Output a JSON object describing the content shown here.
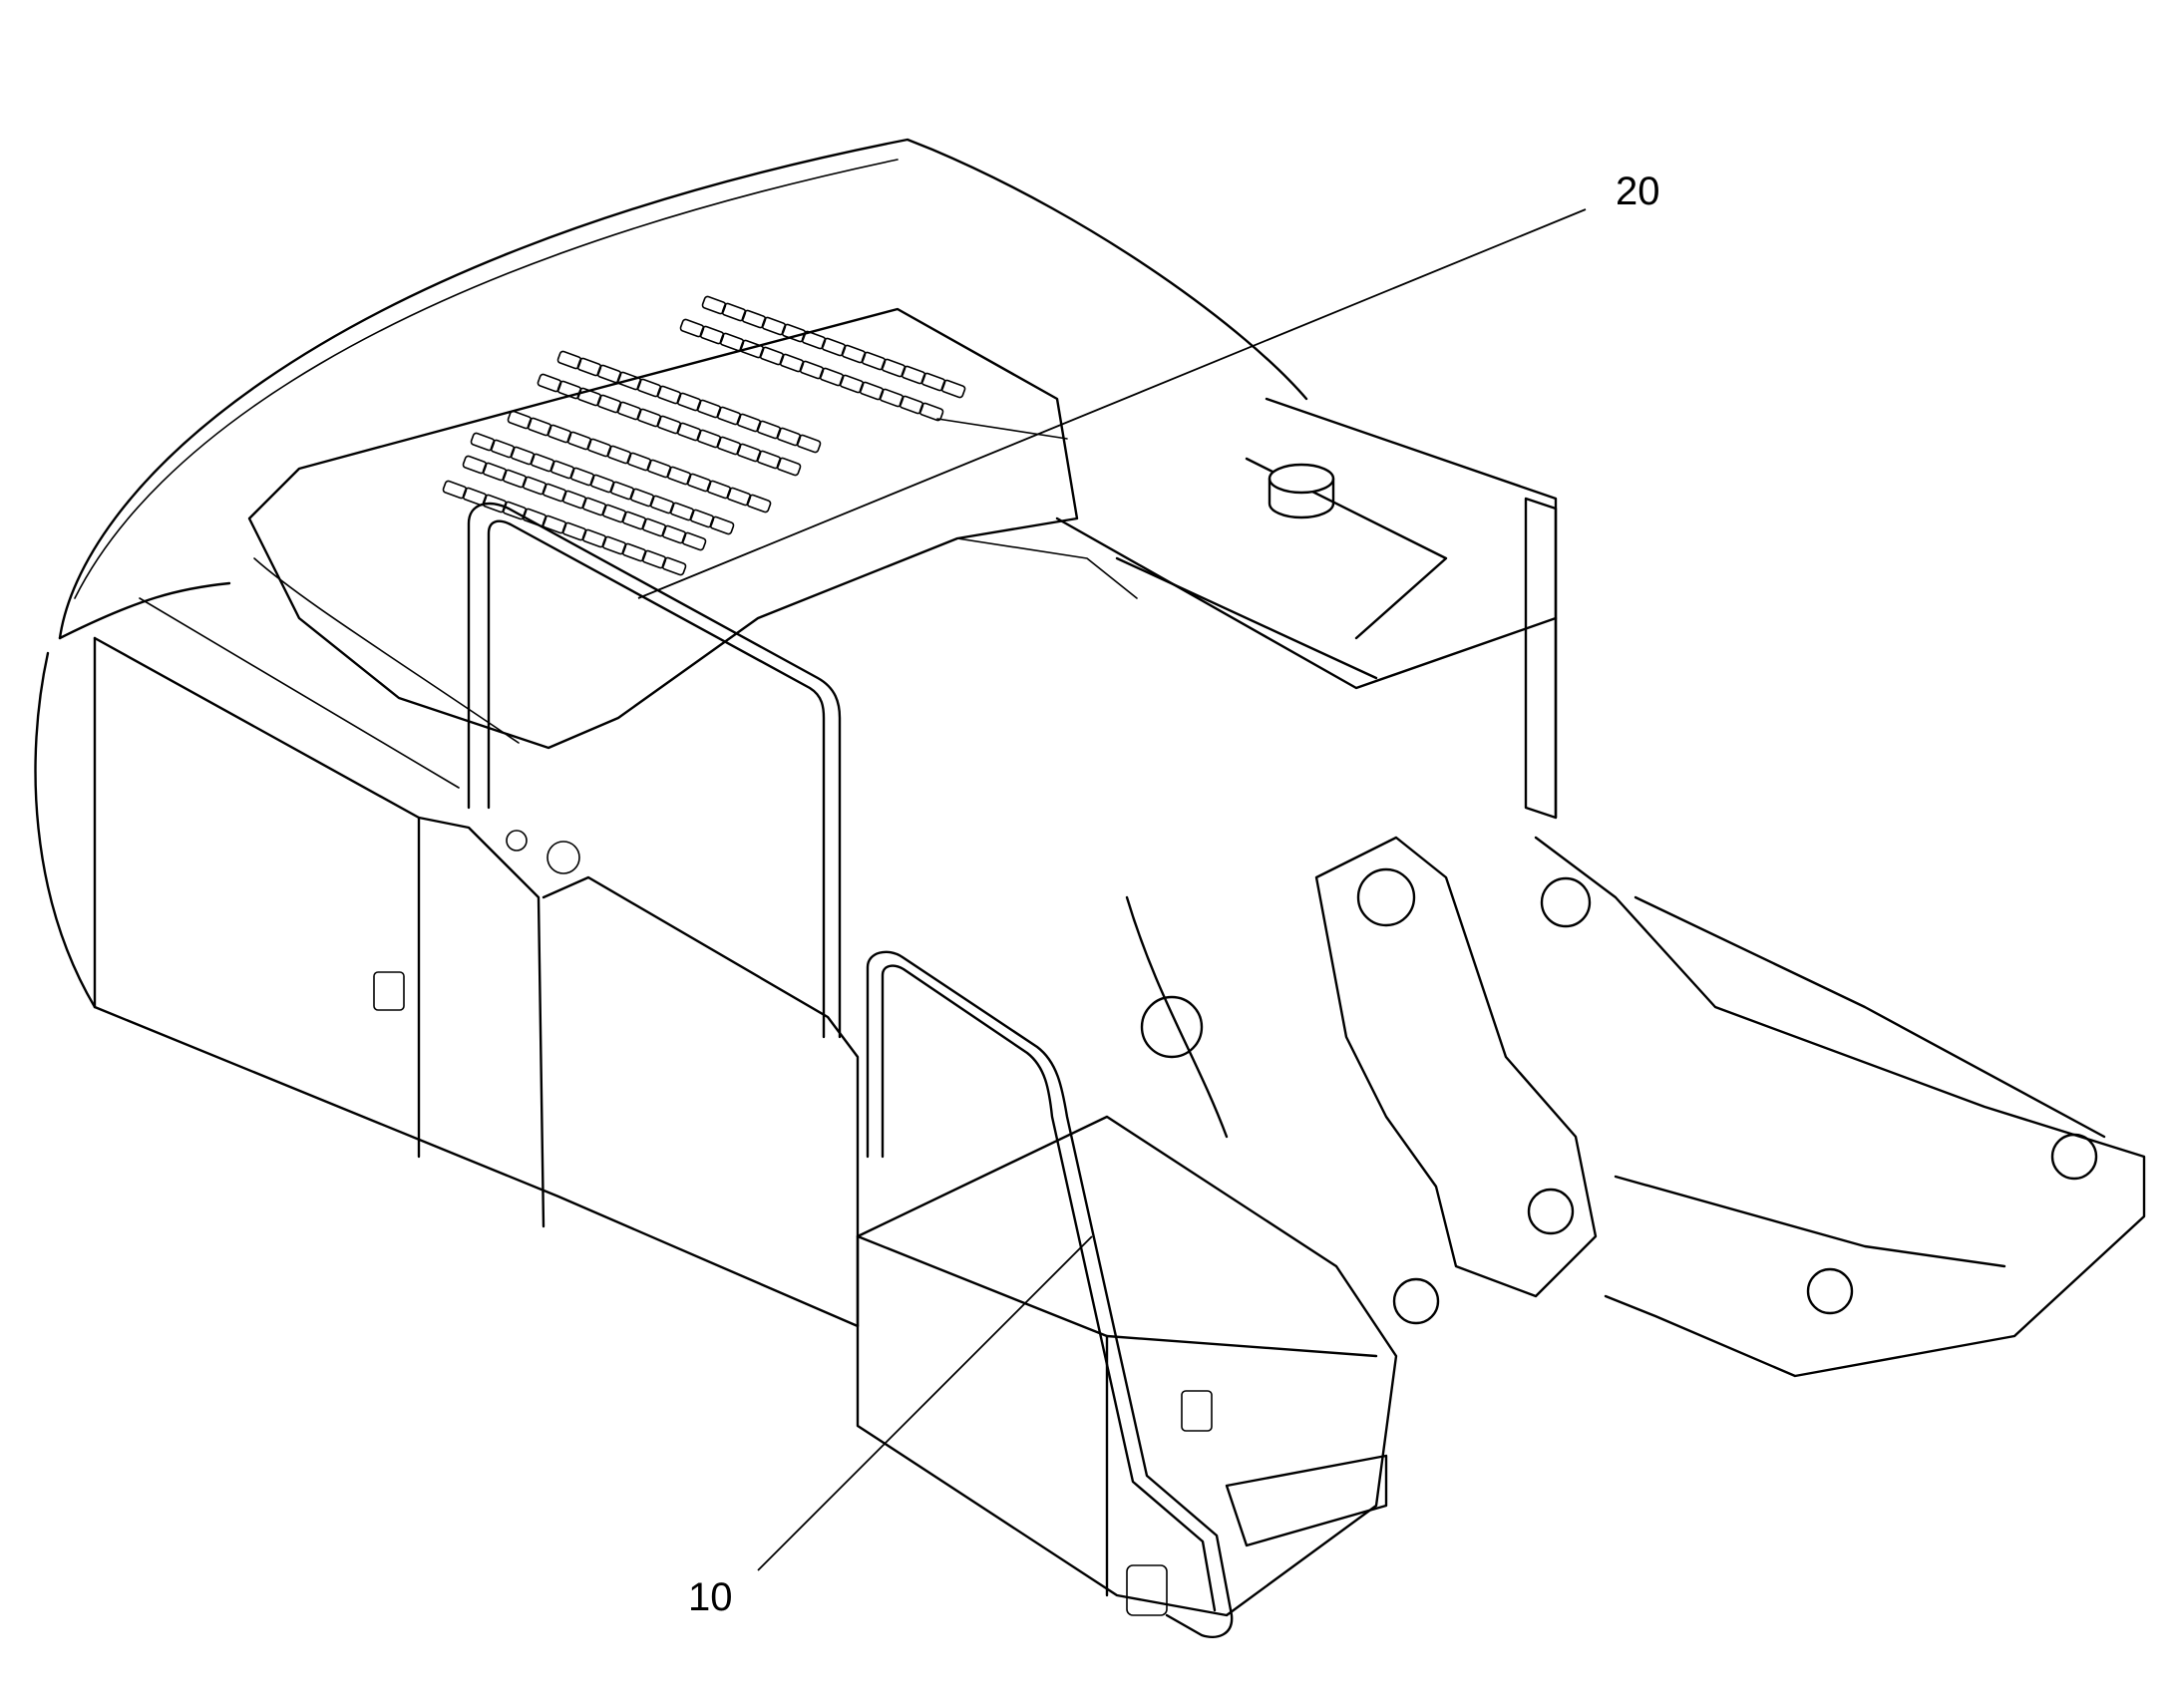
{
  "diagram": {
    "callouts": [
      {
        "id": "callout-20",
        "label": "20"
      },
      {
        "id": "callout-10",
        "label": "10"
      }
    ],
    "line_color": "#000000",
    "background": "#ffffff"
  }
}
